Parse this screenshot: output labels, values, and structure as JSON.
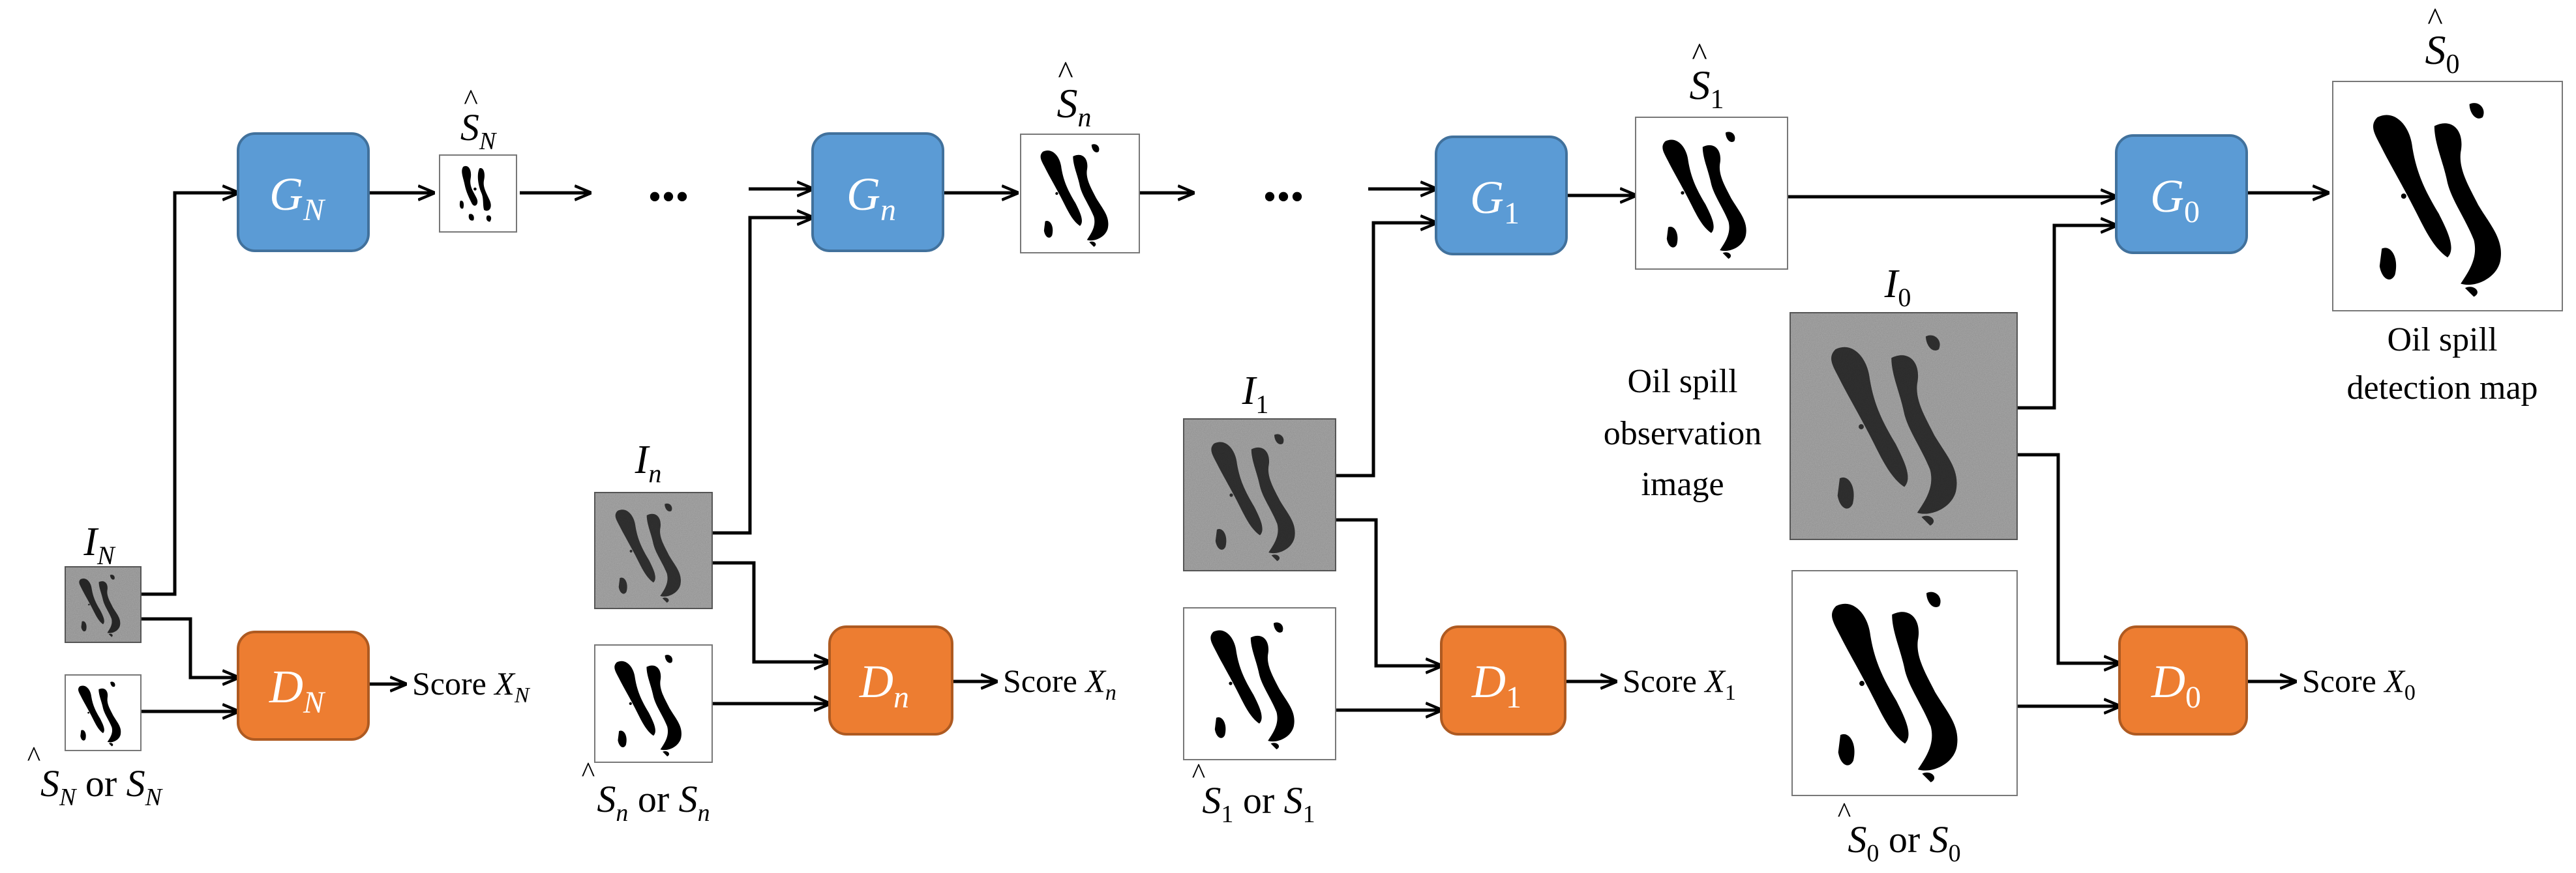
{
  "colors": {
    "generator": "#5b9bd5",
    "discriminator": "#ed7d31",
    "line": "#000000"
  },
  "generators": [
    {
      "letter": "G",
      "sub": "N"
    },
    {
      "letter": "G",
      "sub": "n"
    },
    {
      "letter": "G",
      "sub": "1"
    },
    {
      "letter": "G",
      "sub": "0"
    }
  ],
  "discriminators": [
    {
      "letter": "D",
      "sub": "N"
    },
    {
      "letter": "D",
      "sub": "n"
    },
    {
      "letter": "D",
      "sub": "1"
    },
    {
      "letter": "D",
      "sub": "0"
    }
  ],
  "inputs": [
    {
      "letter": "I",
      "sub": "N"
    },
    {
      "letter": "I",
      "sub": "n"
    },
    {
      "letter": "I",
      "sub": "1"
    },
    {
      "letter": "I",
      "sub": "0"
    }
  ],
  "outputs": [
    {
      "letter": "S",
      "sub": "N",
      "hat": "^"
    },
    {
      "letter": "S",
      "sub": "n",
      "hat": "^"
    },
    {
      "letter": "S",
      "sub": "1",
      "hat": "^"
    },
    {
      "letter": "S",
      "sub": "0",
      "hat": "^"
    }
  ],
  "pairs": [
    {
      "a": "S",
      "hat": "^",
      "sub": "N",
      "or": "or",
      "b": "S"
    },
    {
      "a": "S",
      "hat": "^",
      "sub": "n",
      "or": "or",
      "b": "S"
    },
    {
      "a": "S",
      "hat": "^",
      "sub": "1",
      "or": "or",
      "b": "S"
    },
    {
      "a": "S",
      "hat": "^",
      "sub": "0",
      "or": "or",
      "b": "S"
    }
  ],
  "scores": [
    {
      "word": "Score",
      "var": "X",
      "sub": "N"
    },
    {
      "word": "Score",
      "var": "X",
      "sub": "n"
    },
    {
      "word": "Score",
      "var": "X",
      "sub": "1"
    },
    {
      "word": "Score",
      "var": "X",
      "sub": "0"
    }
  ],
  "ellipsis": "•••",
  "observation_label": [
    "Oil spill",
    "observation",
    "image"
  ],
  "detection_label": [
    "Oil spill",
    "detection map"
  ]
}
